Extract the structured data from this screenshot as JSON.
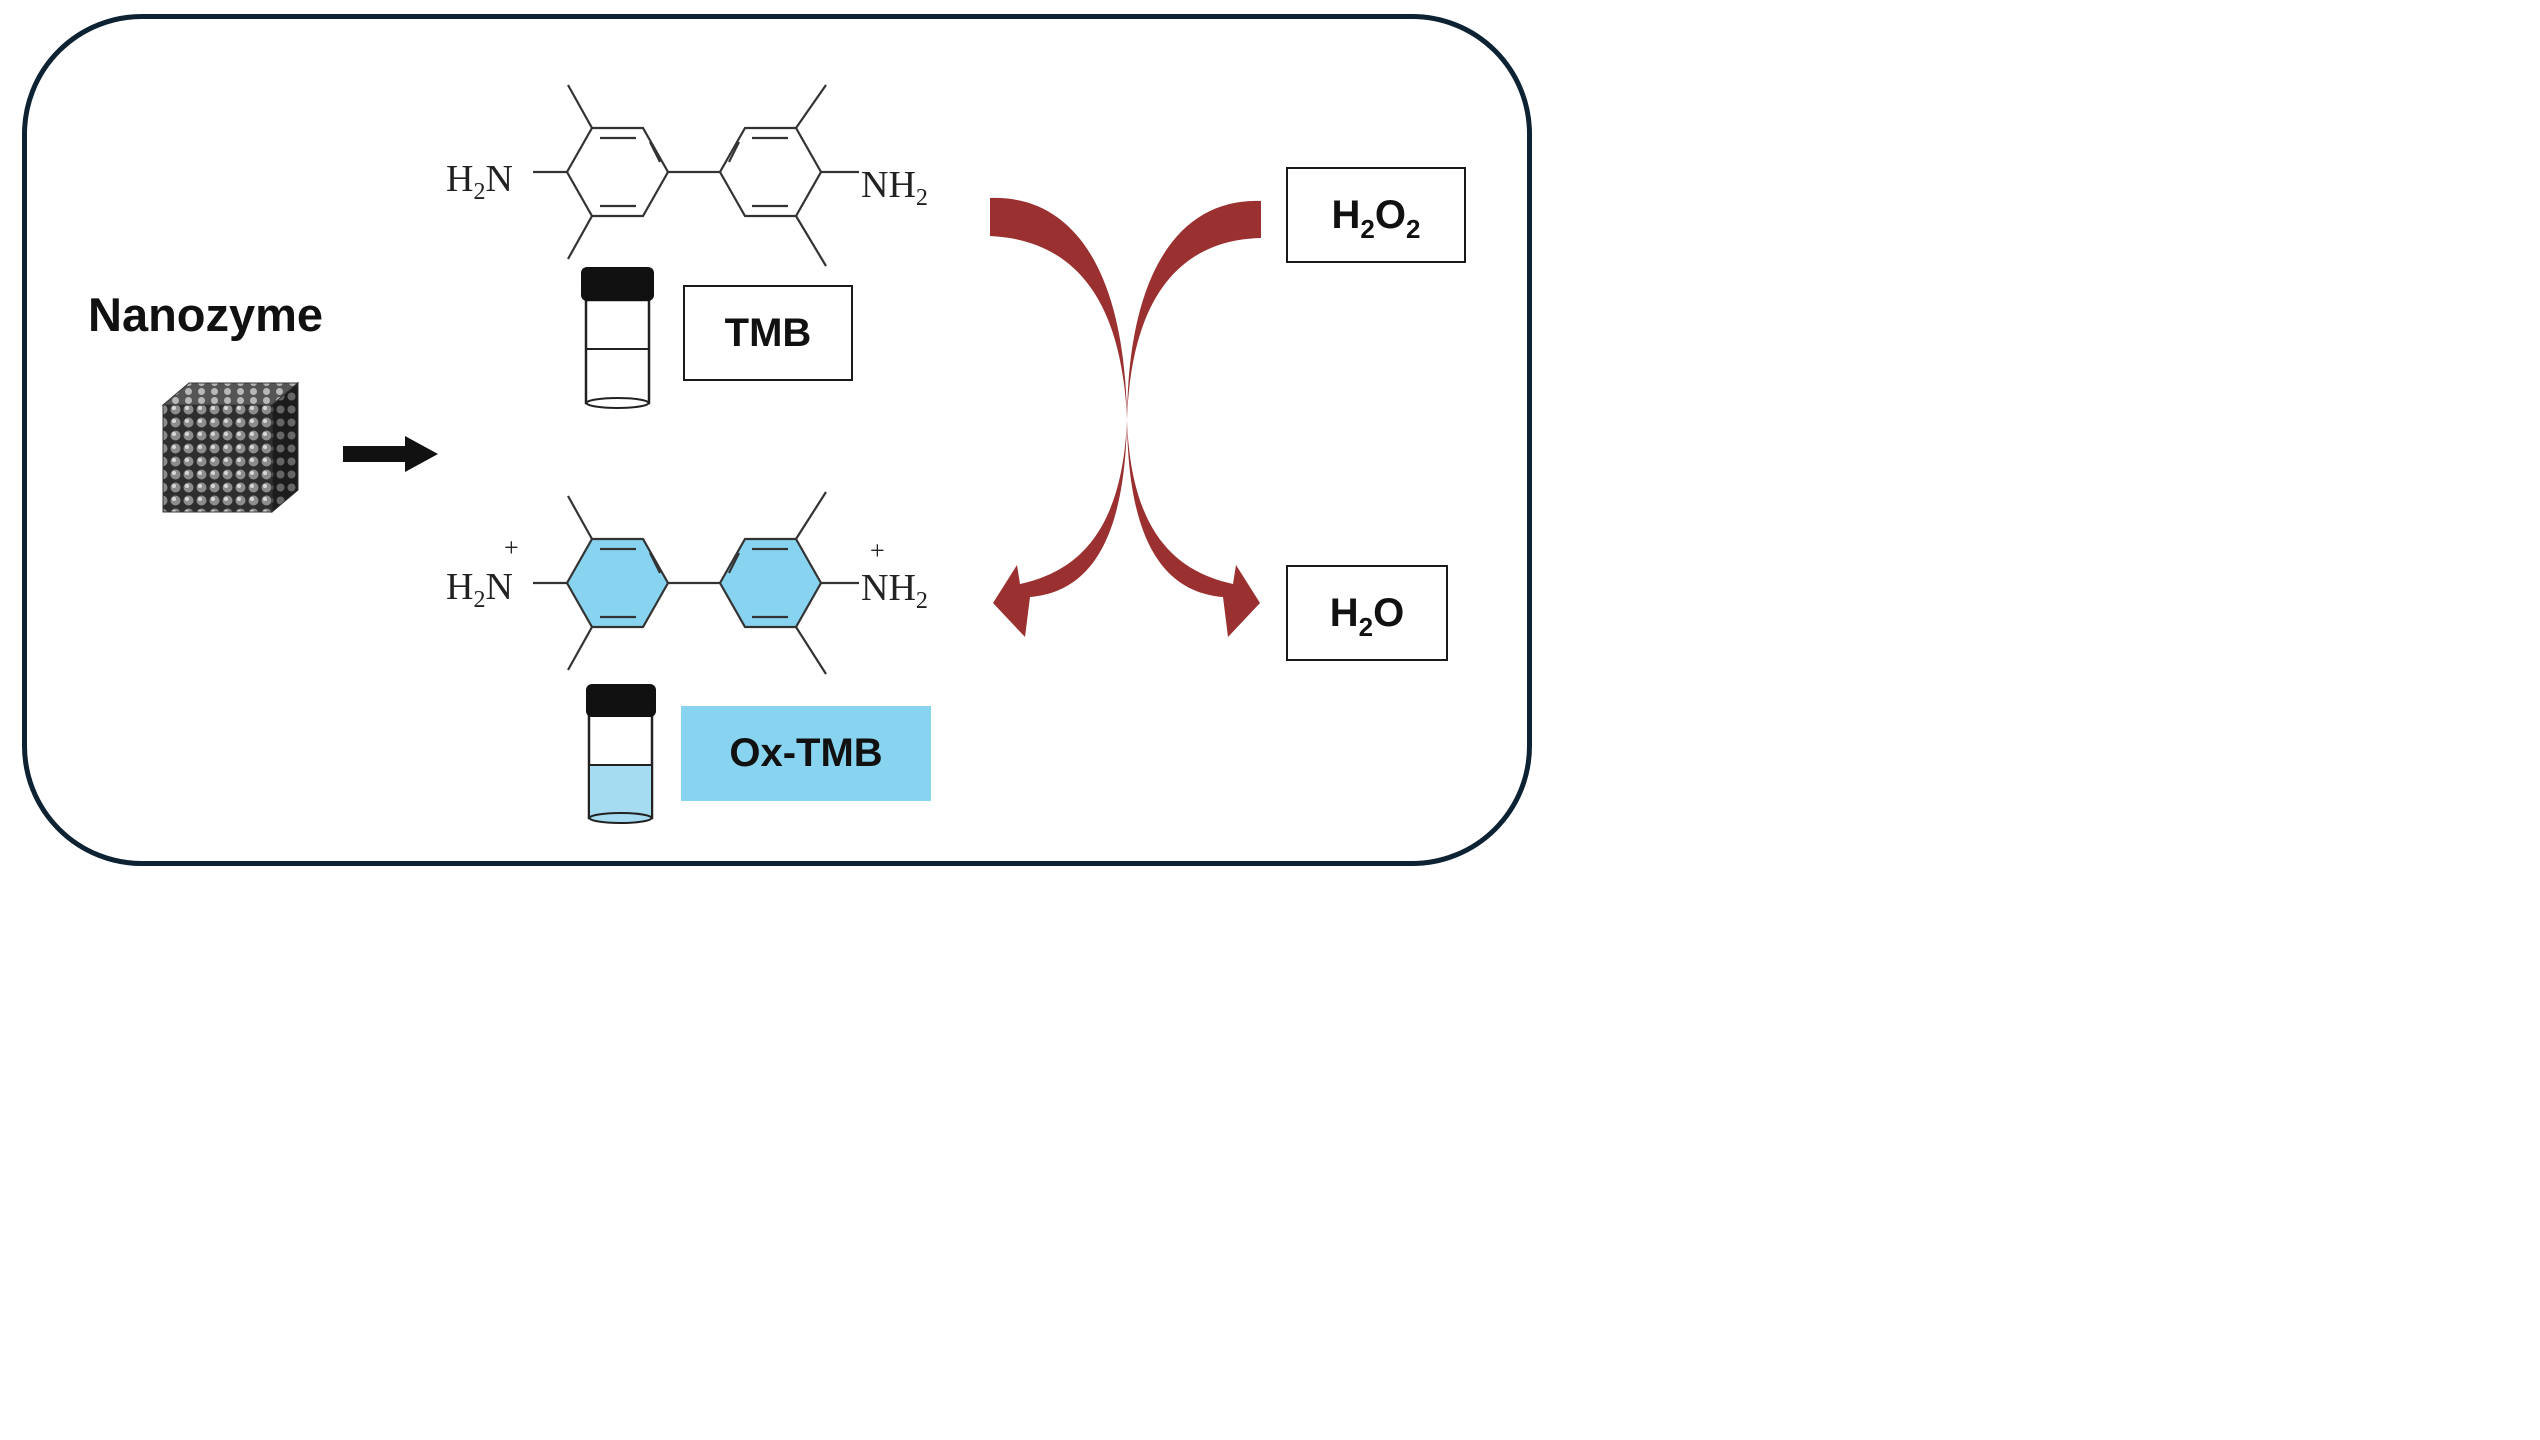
{
  "nanozyme": {
    "label": "Nanozyme",
    "icon": "nanozyme-cube-icon"
  },
  "tmb": {
    "label": "TMB",
    "left_group": {
      "H": "H",
      "sub": "2",
      "N": "N"
    },
    "right_group": {
      "N": "NH",
      "sub": "2"
    }
  },
  "oxtmb": {
    "label": "Ox-TMB",
    "left_group": {
      "H": "H",
      "sub": "2",
      "N": "N",
      "charge": "+"
    },
    "right_group": {
      "N": "NH",
      "sub": "2",
      "charge": "+"
    }
  },
  "h2o2": {
    "a": "H",
    "sub1": "2",
    "b": "O",
    "sub2": "2"
  },
  "h2o": {
    "a": "H",
    "sub1": "2",
    "b": "O"
  },
  "colors": {
    "frame": "#0d2233",
    "arrow_red": "#9b3030",
    "oxtmb_fill": "#88d4f0",
    "solution_blue": "#a6dcf2",
    "text": "#111111"
  }
}
